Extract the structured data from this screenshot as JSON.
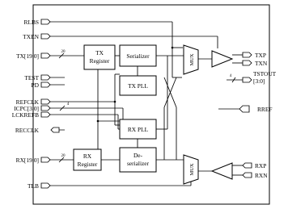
{
  "diagram": {
    "inputs": {
      "rlbs": "RLBS",
      "txen": "TXEN",
      "tx_bus": "TX[19:0]",
      "test": "TEST",
      "pd": "PD",
      "refclk": "REFCLK",
      "icpc": "ICPC[3:0]",
      "lckrefb": "LCKREFB",
      "recclk": "RECCLK",
      "rx_bus": "RX[19:0]",
      "tlb": "TLB"
    },
    "outputs": {
      "txp": "TXP",
      "txn": "TXN",
      "tstout_line1": "TSTOUT",
      "tstout_line2": "[3:0]",
      "rref": "RREF",
      "rxp": "RXP",
      "rxn": "RXN"
    },
    "blocks": {
      "tx_register_line1": "TX",
      "tx_register_line2": "Register",
      "serializer": "Serializer",
      "tx_pll": "TX PLL",
      "rx_pll": "RX PLL",
      "rx_register_line1": "RX",
      "rx_register_line2": "Register",
      "deserializer_line1": "De-",
      "deserializer_line2": "serializer",
      "mux_top": "MUX",
      "mux_bottom": "MUX"
    },
    "bus_widths": {
      "tx": "20",
      "rx": "20",
      "icpc": "4",
      "tstout": "4"
    }
  }
}
